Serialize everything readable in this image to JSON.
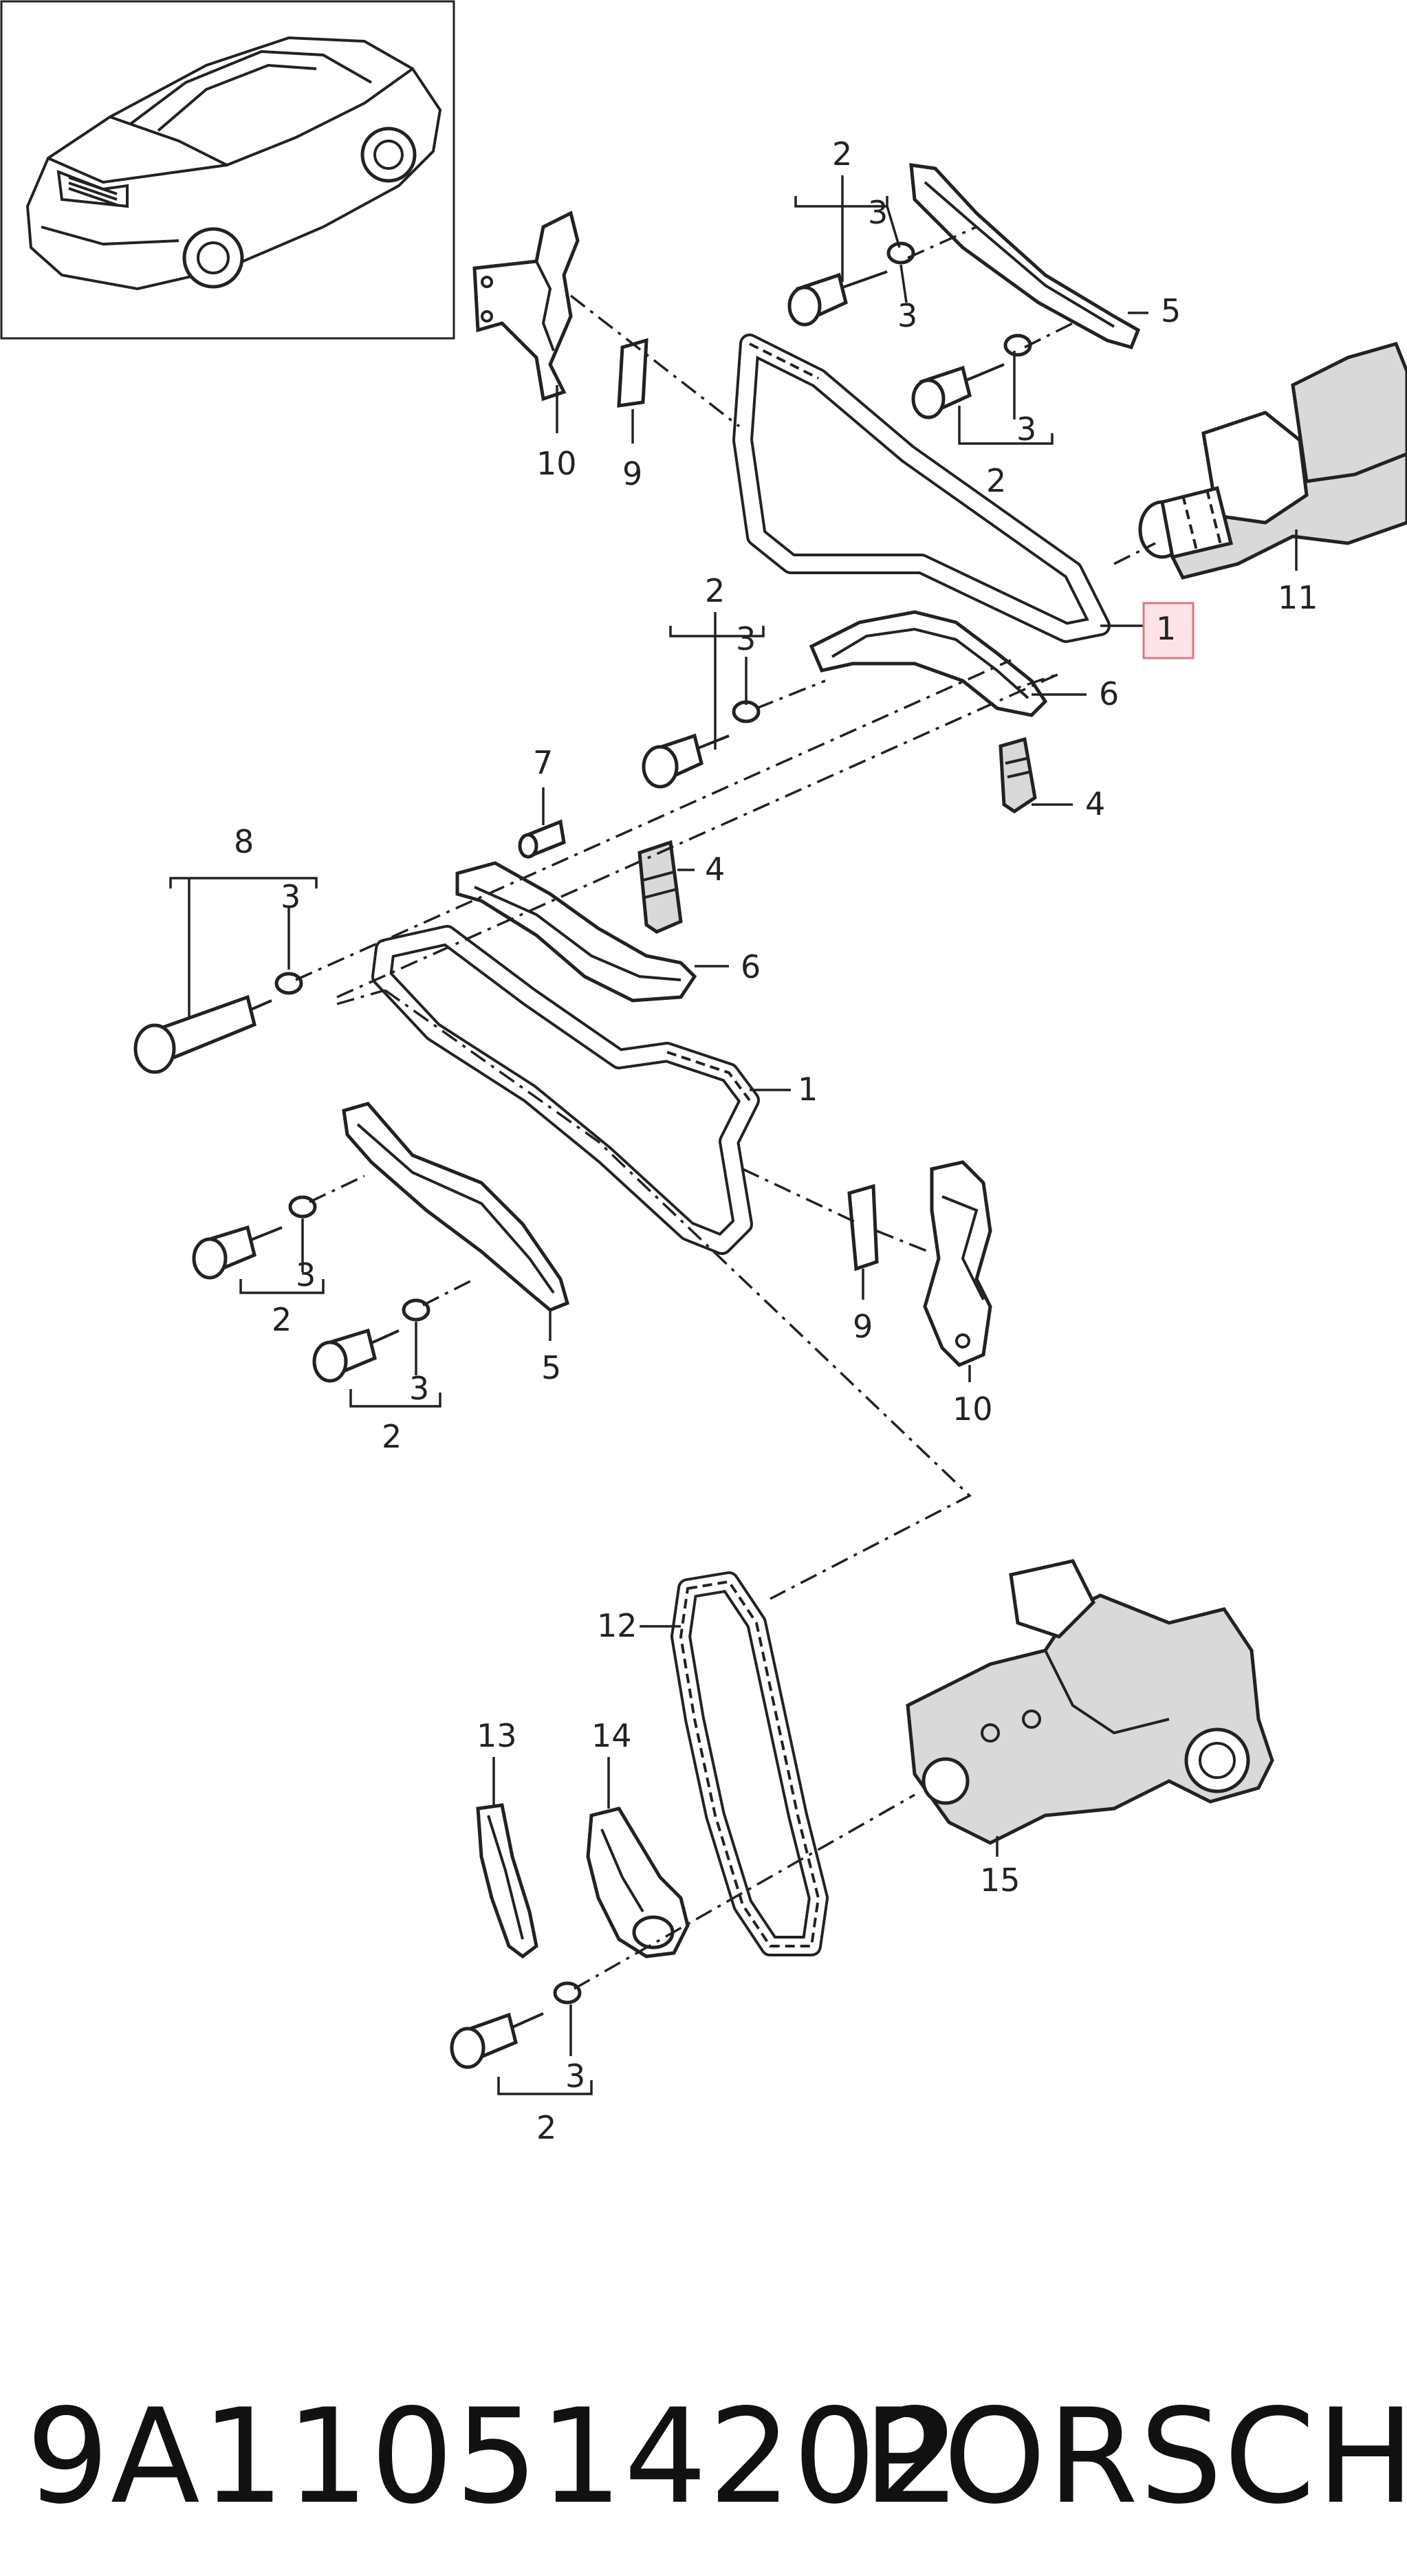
{
  "footer": {
    "part_number": "9A110514202",
    "brand": "PORSCHE"
  },
  "callouts": {
    "c1a": "1",
    "c1b": "1",
    "c2a": "2",
    "c2b": "2",
    "c2c": "2",
    "c2d": "2",
    "c2e": "2",
    "c2f": "2",
    "c3a": "3",
    "c3b": "3",
    "c3c": "3",
    "c3d": "3",
    "c3e": "3",
    "c3f": "3",
    "c3g": "3",
    "c3h": "3",
    "c4a": "4",
    "c4b": "4",
    "c5a": "5",
    "c5b": "5",
    "c6a": "6",
    "c6b": "6",
    "c7": "7",
    "c8": "8",
    "c9a": "9",
    "c9b": "9",
    "c10a": "10",
    "c10b": "10",
    "c11": "11",
    "c12": "12",
    "c13": "13",
    "c14": "14",
    "c15": "15"
  },
  "highlighted_callout": "1",
  "colors": {
    "highlight_fill": "#fde3e6",
    "highlight_border": "#d77a86",
    "ink": "#222222"
  }
}
